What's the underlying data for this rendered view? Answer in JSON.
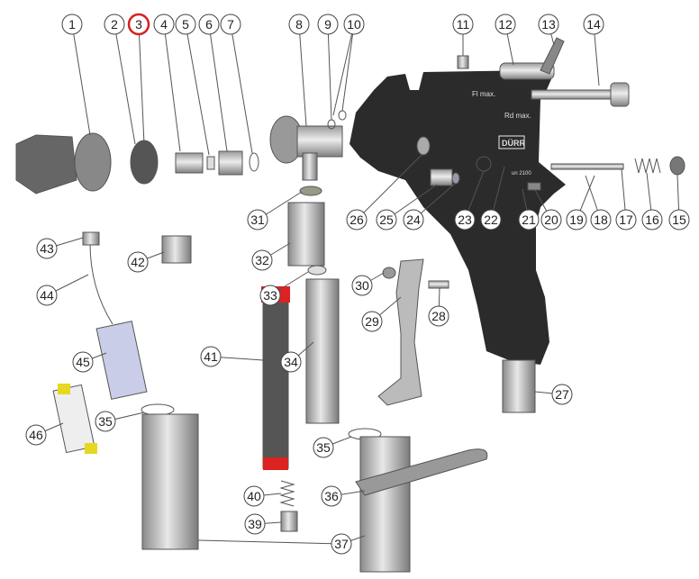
{
  "diagram": {
    "callouts": [
      "1",
      "2",
      "3",
      "4",
      "5",
      "6",
      "7",
      "8",
      "9",
      "10",
      "11",
      "12",
      "13",
      "14",
      "15",
      "16",
      "17",
      "18",
      "19",
      "20",
      "21",
      "22",
      "23",
      "24",
      "25",
      "26",
      "31",
      "43",
      "42",
      "32",
      "30",
      "33",
      "28",
      "29",
      "44",
      "41",
      "34",
      "45",
      "27",
      "35",
      "35",
      "46",
      "36",
      "40",
      "39",
      "37"
    ],
    "highlighted_callout": "3",
    "highlight_color": "#d62020",
    "gun_labels": {
      "fluid": "Fl max.",
      "round": "Rd max.",
      "brand": "DÜRR",
      "model": "un 2100"
    }
  }
}
